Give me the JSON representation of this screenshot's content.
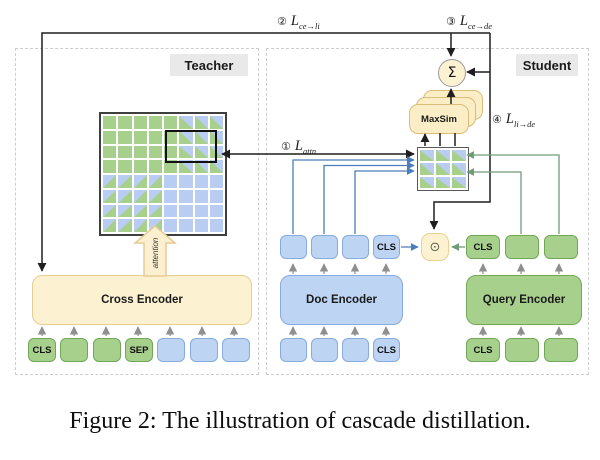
{
  "figure": {
    "caption": "Figure 2: The illustration of cascade distillation."
  },
  "teacher": {
    "panel_label": "Teacher",
    "cross_encoder": "Cross Encoder",
    "attention_arrow": "attention",
    "tokens": [
      {
        "label": "CLS",
        "color": "green"
      },
      {
        "label": "",
        "color": "green"
      },
      {
        "label": "",
        "color": "green"
      },
      {
        "label": "SEP",
        "color": "green"
      },
      {
        "label": "",
        "color": "blue"
      },
      {
        "label": "",
        "color": "blue"
      },
      {
        "label": "",
        "color": "blue"
      }
    ],
    "attention_matrix": {
      "rows": 8,
      "cols": 8,
      "legend": {
        "G": "solid-green",
        "B": "solid-blue",
        "TR": "diag-green-bottomleft-blue-topright",
        "TL": "diag-blue-topleft-green-bottomright"
      },
      "pattern": [
        [
          "G",
          "G",
          "G",
          "G",
          "G",
          "TR",
          "TR",
          "TR"
        ],
        [
          "G",
          "G",
          "G",
          "G",
          "G",
          "TR",
          "TR",
          "TR"
        ],
        [
          "G",
          "G",
          "G",
          "G",
          "G",
          "TR",
          "TR",
          "TR"
        ],
        [
          "G",
          "G",
          "G",
          "G",
          "G",
          "TR",
          "TR",
          "TR"
        ],
        [
          "TL",
          "TL",
          "TL",
          "TL",
          "B",
          "B",
          "B",
          "B"
        ],
        [
          "TL",
          "TL",
          "TL",
          "TL",
          "B",
          "B",
          "B",
          "B"
        ],
        [
          "TL",
          "TL",
          "TL",
          "TL",
          "B",
          "B",
          "B",
          "B"
        ],
        [
          "TL",
          "TL",
          "TL",
          "TL",
          "B",
          "B",
          "B",
          "B"
        ]
      ]
    }
  },
  "student": {
    "panel_label": "Student",
    "doc_encoder": "Doc Encoder",
    "query_encoder": "Query Encoder",
    "maxsim_label": "MaxSim",
    "sum_symbol": "Σ",
    "dot_product_symbol": "⊙",
    "doc_tokens_top": [
      {
        "label": ""
      },
      {
        "label": ""
      },
      {
        "label": ""
      },
      {
        "label": "CLS"
      }
    ],
    "doc_tokens_bottom": [
      {
        "label": ""
      },
      {
        "label": ""
      },
      {
        "label": ""
      },
      {
        "label": "CLS"
      }
    ],
    "query_tokens_top": [
      {
        "label": "CLS"
      },
      {
        "label": ""
      },
      {
        "label": ""
      }
    ],
    "query_tokens_bottom": [
      {
        "label": "CLS"
      },
      {
        "label": ""
      },
      {
        "label": ""
      }
    ],
    "sim_matrix": {
      "rows": 3,
      "cols": 3,
      "pattern": [
        [
          "TR",
          "TR",
          "TR"
        ],
        [
          "TR",
          "TR",
          "TR"
        ],
        [
          "TR",
          "TR",
          "TR"
        ]
      ]
    }
  },
  "losses": {
    "attn": {
      "num": "①",
      "main": "L",
      "sub": "attn"
    },
    "ce_li": {
      "num": "②",
      "main": "L",
      "sub": "ce→li"
    },
    "ce_de": {
      "num": "③",
      "main": "L",
      "sub": "ce→de"
    },
    "li_de": {
      "num": "④",
      "main": "L",
      "sub": "li→de"
    }
  },
  "colors": {
    "green_fill": "#a8d08d",
    "green_border": "#6fa857",
    "blue_fill": "#bdd4f2",
    "blue_border": "#86abde",
    "cream_fill": "#fcf1d1",
    "cream_border": "#e7cd96",
    "matrix_green": "#a8d08d",
    "matrix_blue": "#b9cdf3",
    "line_black": "#1f1f1f",
    "line_blue": "#4a7ebb",
    "line_green": "#6f9c76",
    "line_grey": "#8f8f8f",
    "panel_label_bg": "#e9e9e9"
  }
}
